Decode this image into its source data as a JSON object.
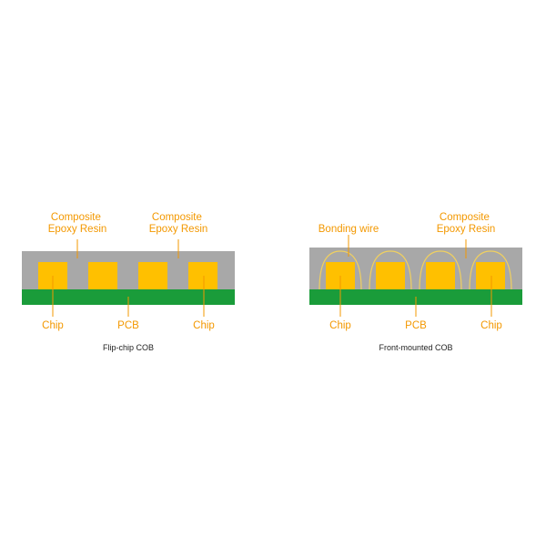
{
  "colors": {
    "resin": "#a8a8a8",
    "pcb": "#1a9c3a",
    "chip": "#ffc000",
    "label": "#f39800",
    "wire": "#f0d060"
  },
  "left_diagram": {
    "caption": "Flip-chip COB",
    "resin_label": [
      "Composite",
      "Epoxy Resin"
    ],
    "resin_label_2": [
      "Composite",
      "Epoxy Resin"
    ],
    "chip_label_left": "Chip",
    "pcb_label": "PCB",
    "chip_label_right": "Chip",
    "chip_count": 4
  },
  "right_diagram": {
    "caption": "Front-mounted COB",
    "bonding_wire_label": "Bonding wire",
    "resin_label": [
      "Composite",
      "Epoxy Resin"
    ],
    "chip_label_left": "Chip",
    "pcb_label": "PCB",
    "chip_label_right": "Chip",
    "chip_count": 4
  }
}
